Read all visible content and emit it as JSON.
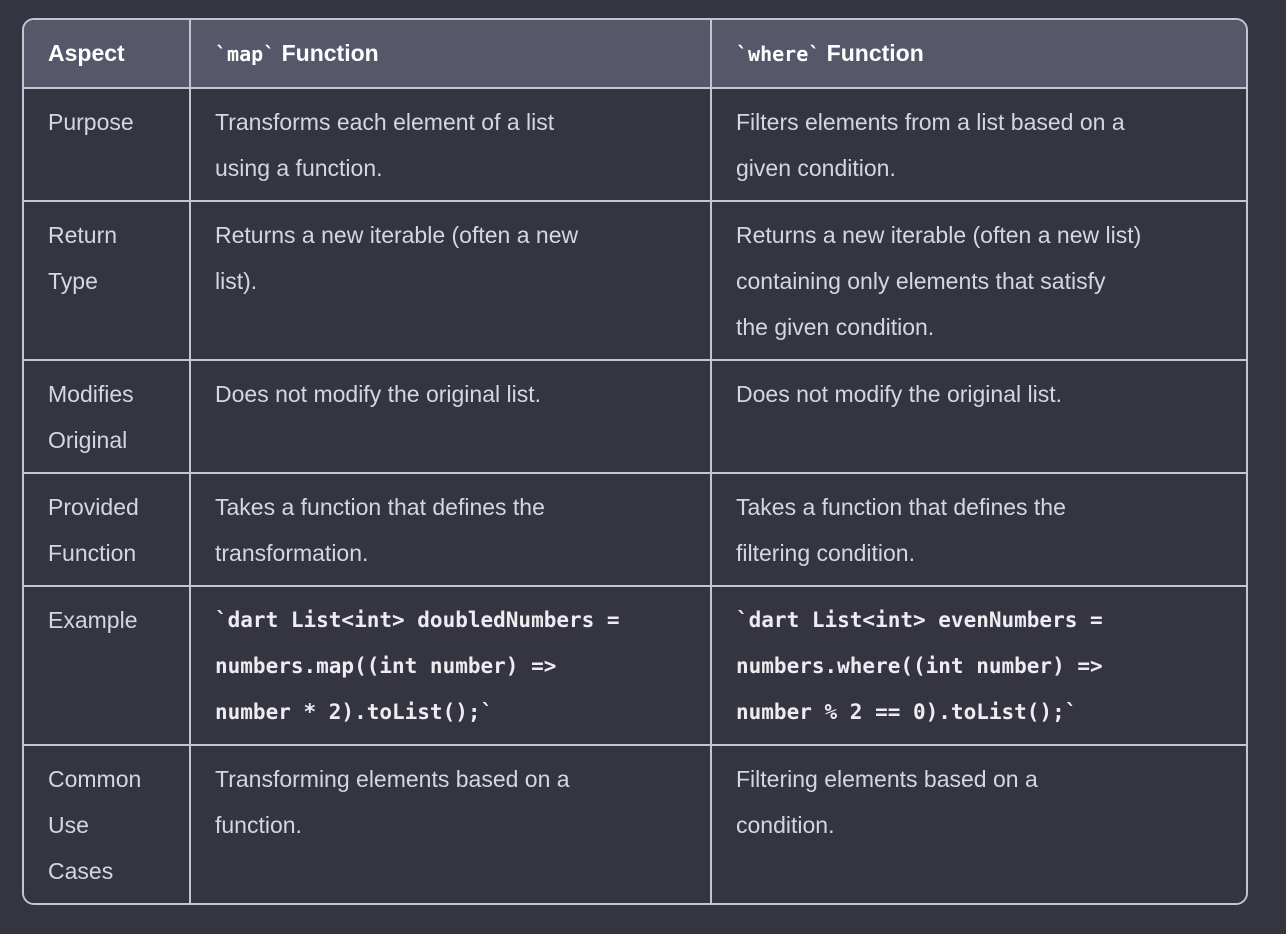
{
  "colors": {
    "page_background": "#343541",
    "cell_background": "#343541",
    "header_background": "#565869",
    "border": "#c5c5d2",
    "body_text": "#d6d6e0",
    "code_text": "#ececf1",
    "header_text": "#ffffff"
  },
  "table": {
    "header": {
      "aspect": "Aspect",
      "map_code": "`map`",
      "map_suffix": " Function",
      "where_code": "`where`",
      "where_suffix": " Function"
    },
    "rows": [
      {
        "aspect": [
          "Purpose"
        ],
        "map": [
          "Transforms each element of a list",
          "using a function."
        ],
        "where": [
          "Filters elements from a list based on a",
          "given condition."
        ]
      },
      {
        "aspect": [
          "Return",
          "Type"
        ],
        "map": [
          "Returns a new iterable (often a new",
          "list)."
        ],
        "where": [
          "Returns a new iterable (often a new list)",
          "containing only elements that satisfy",
          "the given condition."
        ]
      },
      {
        "aspect": [
          "Modifies",
          "Original"
        ],
        "map": [
          "Does not modify the original list."
        ],
        "where": [
          "Does not modify the original list."
        ]
      },
      {
        "aspect": [
          "Provided",
          "Function"
        ],
        "map": [
          "Takes a function that defines the",
          "transformation."
        ],
        "where": [
          "Takes a function that defines the",
          "filtering condition."
        ]
      },
      {
        "aspect": [
          "Example"
        ],
        "map": [
          "`dart List<int> doubledNumbers =",
          "numbers.map((int number) =>",
          "number * 2).toList();`"
        ],
        "where": [
          "`dart List<int> evenNumbers =",
          "numbers.where((int number) =>",
          "number % 2 == 0).toList();`"
        ]
      },
      {
        "aspect": [
          "Common",
          "Use",
          "Cases"
        ],
        "map": [
          "Transforming elements based on a",
          "function."
        ],
        "where": [
          "Filtering elements based on a",
          "condition."
        ]
      }
    ]
  }
}
